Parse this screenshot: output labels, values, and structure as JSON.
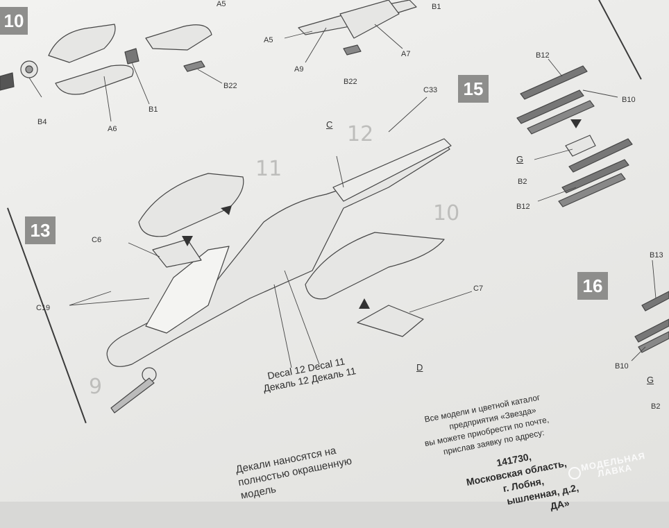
{
  "steps": [
    "10",
    "13",
    "15",
    "16"
  ],
  "callout_numbers": [
    "11",
    "12",
    "10",
    "9"
  ],
  "part_labels": {
    "top_left": [
      "A5",
      "B4",
      "B1",
      "A6",
      "B22"
    ],
    "top_center": [
      "B1",
      "A5",
      "A9",
      "B22",
      "A7"
    ],
    "step13": [
      "C33",
      "C6",
      "C19",
      "C7"
    ],
    "step15": [
      "B12",
      "B10",
      "B2",
      "B12"
    ],
    "step16": [
      "B13",
      "B10",
      "B2"
    ]
  },
  "paint_codes": [
    "C",
    "G",
    "D",
    "G"
  ],
  "decals": {
    "line1": "Decal 12  Decal 11",
    "line2": "Декаль 12  Декаль 11"
  },
  "decal_note": [
    "Декали наносятся на",
    "полностью окрашенную",
    "модель"
  ],
  "catalog_text": [
    "Все модели и цветной каталог",
    "предприятия «Звезда»",
    "вы можете приобрести по почте,",
    "прислав заявку по адресу:"
  ],
  "address": [
    "141730,",
    "Московская область,",
    "г. Лобня,",
    "ышленная, д.2,",
    "ДА»"
  ],
  "watermark": [
    "МОДЕЛЬНАЯ",
    "ЛАВКА"
  ]
}
